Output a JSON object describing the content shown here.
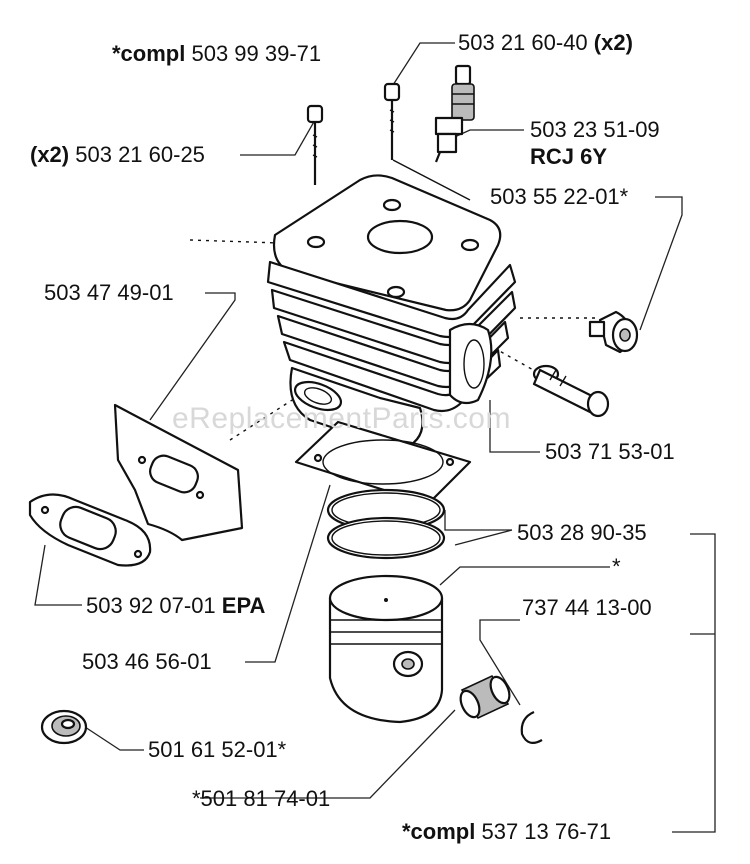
{
  "labels": {
    "compl_cylinder": {
      "prefix": "*compl",
      "num": "503 99 39-71",
      "suffix": ""
    },
    "screw_top": {
      "prefix": "",
      "num": "503 21 60-40",
      "suffix": "(x2)"
    },
    "screw_left": {
      "prefix": "(x2)",
      "num": "503 21 60-25",
      "suffix": ""
    },
    "spark_plug": {
      "prefix": "",
      "num": "503 23 51-09",
      "suffix": ""
    },
    "spark_plug_type": "RCJ 6Y",
    "decomp_valve": "503 55 22-01*",
    "heat_shield": "503 47 49-01",
    "decomp_valve2": "503 71 53-01",
    "piston_ring": "503 28 90-35",
    "asterisk": "*",
    "circlip": "737 44 13-00",
    "muffler_gasket": {
      "num": "503 92 07-01",
      "suffix": "EPA"
    },
    "base_gasket": "503 46 56-01",
    "plug": "501 61 52-01*",
    "needle_bearing": "*501 81 74-01",
    "compl_piston": {
      "prefix": "*compl",
      "num": "537 13 76-71"
    }
  },
  "watermark": "eReplacementParts.com"
}
